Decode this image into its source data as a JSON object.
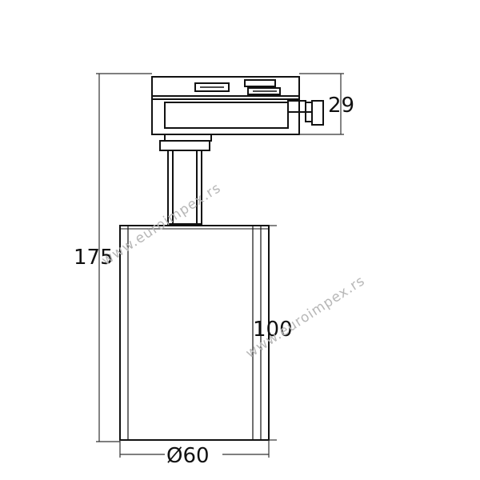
{
  "dimensions": {
    "total_height": "175",
    "track_adapter_height": "29",
    "body_height": "100",
    "body_diameter": "Ø60"
  },
  "watermark": {
    "text": "www.euroimpex.rs"
  },
  "colors": {
    "line": "#111111",
    "dim_line": "#333333",
    "watermark": "#b7b7b7",
    "background": "#ffffff"
  }
}
